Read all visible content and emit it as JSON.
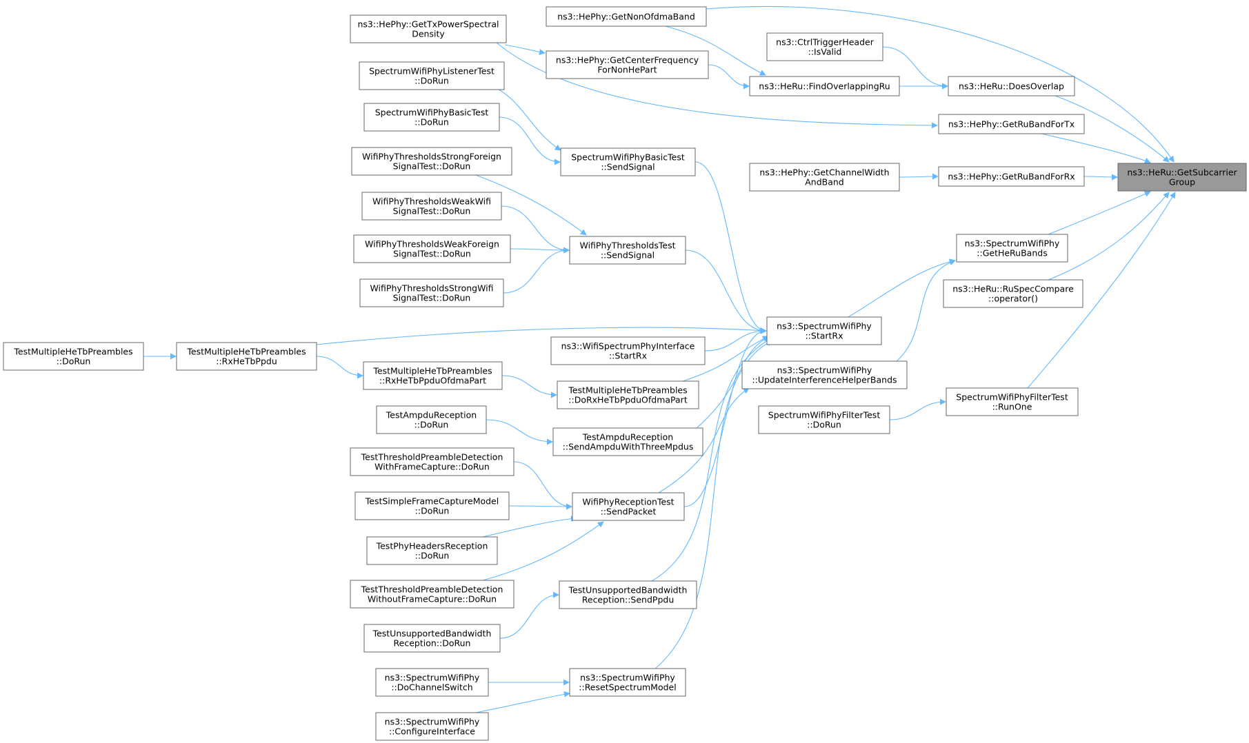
{
  "graph": {
    "root": "getsubcarriergroup",
    "colors": {
      "edge": "#63b8ff",
      "root_fill": "#999999",
      "node_fill": "#ffffff",
      "node_border": "#666666"
    },
    "nodes": [
      {
        "id": "getsubcarriergroup",
        "lines": [
          "ns3::HeRu::GetSubcarrier",
          "Group"
        ]
      },
      {
        "id": "getnonofdmaband",
        "lines": [
          "ns3::HePhy::GetNonOfdmaBand"
        ]
      },
      {
        "id": "doesoverlap",
        "lines": [
          "ns3::HeRu::DoesOverlap"
        ]
      },
      {
        "id": "getrubandfortx",
        "lines": [
          "ns3::HePhy::GetRuBandForTx"
        ]
      },
      {
        "id": "getrubandforrx",
        "lines": [
          "ns3::HePhy::GetRuBandForRx"
        ]
      },
      {
        "id": "getherubands",
        "lines": [
          "ns3::SpectrumWifiPhy",
          "::GetHeRuBands"
        ]
      },
      {
        "id": "ruspeccompare",
        "lines": [
          "ns3::HeRu::RuSpecCompare",
          "::operator()"
        ]
      },
      {
        "id": "filtertest-runone",
        "lines": [
          "SpectrumWifiPhyFilterTest",
          "::RunOne"
        ]
      },
      {
        "id": "ctrltrigger-isvalid",
        "lines": [
          "ns3::CtrlTriggerHeader",
          "::IsValid"
        ]
      },
      {
        "id": "findoverlappingru",
        "lines": [
          "ns3::HeRu::FindOverlappingRu"
        ]
      },
      {
        "id": "getchannelwidthandband",
        "lines": [
          "ns3::HePhy::GetChannelWidth",
          "AndBand"
        ]
      },
      {
        "id": "startrx",
        "lines": [
          "ns3::SpectrumWifiPhy",
          "::StartRx"
        ]
      },
      {
        "id": "updateinterference",
        "lines": [
          "ns3::SpectrumWifiPhy",
          "::UpdateInterferenceHelperBands"
        ]
      },
      {
        "id": "filtertest-dorun",
        "lines": [
          "SpectrumWifiPhyFilterTest",
          "::DoRun"
        ]
      },
      {
        "id": "getcenterfrequency",
        "lines": [
          "ns3::HePhy::GetCenterFrequency",
          "ForNonHePart"
        ]
      },
      {
        "id": "gettxpsd",
        "lines": [
          "ns3::HePhy::GetTxPowerSpectral",
          "Density"
        ]
      },
      {
        "id": "basictest-sendsignal",
        "lines": [
          "SpectrumWifiPhyBasicTest",
          "::SendSignal"
        ]
      },
      {
        "id": "thresholds-sendsignal",
        "lines": [
          "WifiPhyThresholdsTest",
          "::SendSignal"
        ]
      },
      {
        "id": "interface-startrx",
        "lines": [
          "ns3::WifiSpectrumPhyInterface",
          "::StartRx"
        ]
      },
      {
        "id": "dorxhetbppduofdmapart",
        "lines": [
          "TestMultipleHeTbPreambles",
          "::DoRxHeTbPpduOfdmaPart"
        ]
      },
      {
        "id": "sendampdu",
        "lines": [
          "TestAmpduReception",
          "::SendAmpduWithThreeMpdus"
        ]
      },
      {
        "id": "reception-sendpacket",
        "lines": [
          "WifiPhyReceptionTest",
          "::SendPacket"
        ]
      },
      {
        "id": "unsupported-sendppdu",
        "lines": [
          "TestUnsupportedBandwidth",
          "Reception::SendPpdu"
        ]
      },
      {
        "id": "resetspectrummodel",
        "lines": [
          "ns3::SpectrumWifiPhy",
          "::ResetSpectrumModel"
        ]
      },
      {
        "id": "listenertest-dorun",
        "lines": [
          "SpectrumWifiPhyListenerTest",
          "::DoRun"
        ]
      },
      {
        "id": "basictest-dorun",
        "lines": [
          "SpectrumWifiPhyBasicTest",
          "::DoRun"
        ]
      },
      {
        "id": "strongforeign-dorun",
        "lines": [
          "WifiPhyThresholdsStrongForeign",
          "SignalTest::DoRun"
        ]
      },
      {
        "id": "weakwifi-dorun",
        "lines": [
          "WifiPhyThresholdsWeakWifi",
          "SignalTest::DoRun"
        ]
      },
      {
        "id": "weakforeign-dorun",
        "lines": [
          "WifiPhyThresholdsWeakForeign",
          "SignalTest::DoRun"
        ]
      },
      {
        "id": "strongwifi-dorun",
        "lines": [
          "WifiPhyThresholdsStrongWifi",
          "SignalTest::DoRun"
        ]
      },
      {
        "id": "rxhetbppdu",
        "lines": [
          "TestMultipleHeTbPreambles",
          "::RxHeTbPpdu"
        ]
      },
      {
        "id": "rxhetbppduofdmapart",
        "lines": [
          "TestMultipleHeTbPreambles",
          "::RxHeTbPpduOfdmaPart"
        ]
      },
      {
        "id": "ampdu-dorun",
        "lines": [
          "TestAmpduReception",
          "::DoRun"
        ]
      },
      {
        "id": "preambledetection-with-dorun",
        "lines": [
          "TestThresholdPreambleDetection",
          "WithFrameCapture::DoRun"
        ]
      },
      {
        "id": "simpleframecapture-dorun",
        "lines": [
          "TestSimpleFrameCaptureModel",
          "::DoRun"
        ]
      },
      {
        "id": "phyheaders-dorun",
        "lines": [
          "TestPhyHeadersReception",
          "::DoRun"
        ]
      },
      {
        "id": "preambledetection-without-dorun",
        "lines": [
          "TestThresholdPreambleDetection",
          "WithoutFrameCapture::DoRun"
        ]
      },
      {
        "id": "unsupported-dorun",
        "lines": [
          "TestUnsupportedBandwidth",
          "Reception::DoRun"
        ]
      },
      {
        "id": "dochannelswitch",
        "lines": [
          "ns3::SpectrumWifiPhy",
          "::DoChannelSwitch"
        ]
      },
      {
        "id": "configureinterface",
        "lines": [
          "ns3::SpectrumWifiPhy",
          "::ConfigureInterface"
        ]
      },
      {
        "id": "multiplehetb-dorun",
        "lines": [
          "TestMultipleHeTbPreambles",
          "::DoRun"
        ]
      }
    ],
    "edges": [
      {
        "from": "getnonofdmaband",
        "to": "getsubcarriergroup"
      },
      {
        "from": "doesoverlap",
        "to": "getsubcarriergroup"
      },
      {
        "from": "getrubandfortx",
        "to": "getsubcarriergroup"
      },
      {
        "from": "getrubandforrx",
        "to": "getsubcarriergroup"
      },
      {
        "from": "getherubands",
        "to": "getsubcarriergroup"
      },
      {
        "from": "ruspeccompare",
        "to": "getsubcarriergroup"
      },
      {
        "from": "filtertest-runone",
        "to": "getsubcarriergroup"
      },
      {
        "from": "ctrltrigger-isvalid",
        "to": "doesoverlap"
      },
      {
        "from": "findoverlappingru",
        "to": "doesoverlap"
      },
      {
        "from": "getnonofdmaband",
        "to": "findoverlappingru"
      },
      {
        "from": "getcenterfrequency",
        "to": "findoverlappingru"
      },
      {
        "from": "gettxpsd",
        "to": "getcenterfrequency"
      },
      {
        "from": "gettxpsd",
        "to": "getrubandfortx"
      },
      {
        "from": "getchannelwidthandband",
        "to": "getrubandforrx"
      },
      {
        "from": "startrx",
        "to": "getherubands"
      },
      {
        "from": "updateinterference",
        "to": "getherubands"
      },
      {
        "from": "filtertest-dorun",
        "to": "filtertest-runone"
      },
      {
        "from": "basictest-sendsignal",
        "to": "startrx"
      },
      {
        "from": "thresholds-sendsignal",
        "to": "startrx"
      },
      {
        "from": "rxhetbppdu",
        "to": "startrx"
      },
      {
        "from": "interface-startrx",
        "to": "startrx"
      },
      {
        "from": "dorxhetbppduofdmapart",
        "to": "startrx"
      },
      {
        "from": "sendampdu",
        "to": "startrx"
      },
      {
        "from": "reception-sendpacket",
        "to": "startrx"
      },
      {
        "from": "unsupported-sendppdu",
        "to": "startrx"
      },
      {
        "from": "resetspectrummodel",
        "to": "startrx"
      },
      {
        "from": "reception-sendpacket",
        "to": "updateinterference"
      },
      {
        "from": "listenertest-dorun",
        "to": "basictest-sendsignal"
      },
      {
        "from": "basictest-dorun",
        "to": "basictest-sendsignal"
      },
      {
        "from": "strongforeign-dorun",
        "to": "thresholds-sendsignal"
      },
      {
        "from": "weakwifi-dorun",
        "to": "thresholds-sendsignal"
      },
      {
        "from": "weakforeign-dorun",
        "to": "thresholds-sendsignal"
      },
      {
        "from": "strongwifi-dorun",
        "to": "thresholds-sendsignal"
      },
      {
        "from": "multiplehetb-dorun",
        "to": "rxhetbppdu"
      },
      {
        "from": "rxhetbppdu",
        "to": "rxhetbppduofdmapart"
      },
      {
        "from": "rxhetbppduofdmapart",
        "to": "dorxhetbppduofdmapart"
      },
      {
        "from": "ampdu-dorun",
        "to": "sendampdu"
      },
      {
        "from": "preambledetection-with-dorun",
        "to": "reception-sendpacket"
      },
      {
        "from": "simpleframecapture-dorun",
        "to": "reception-sendpacket"
      },
      {
        "from": "phyheaders-dorun",
        "to": "reception-sendpacket"
      },
      {
        "from": "preambledetection-without-dorun",
        "to": "reception-sendpacket"
      },
      {
        "from": "unsupported-dorun",
        "to": "unsupported-sendppdu"
      },
      {
        "from": "dochannelswitch",
        "to": "resetspectrummodel"
      },
      {
        "from": "configureinterface",
        "to": "resetspectrummodel"
      }
    ]
  }
}
